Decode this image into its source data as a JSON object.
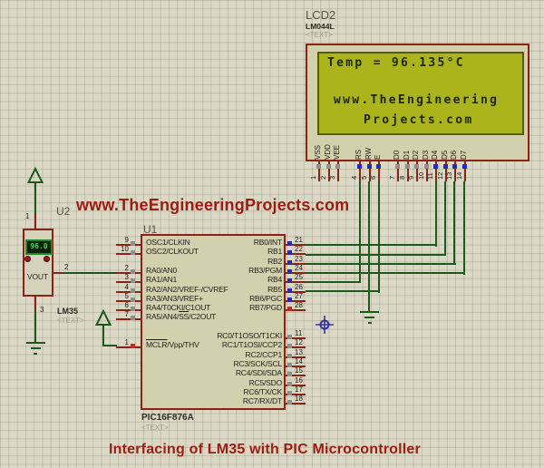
{
  "app": {
    "watermark": "www.TheEngineeringProjects.com",
    "title": "Interfacing of LM35 with PIC Microcontroller"
  },
  "colors": {
    "wire_green": "#1a5a1a",
    "pin_red": "#8b2315",
    "component_fill": "#d3d0ae",
    "lcd_screen_green": "#abb51b",
    "lcd_text": "#1c2603",
    "accent_red": "#9e1b10",
    "square_blue": "#2727c4",
    "square_grey": "#90908a",
    "square_red": "#c62a18",
    "origin_marker_blue": "#3232a0"
  },
  "lcd": {
    "ref": "LCD2",
    "part": "LM044L",
    "text_tag": "<TEXT>",
    "screen_lines": [
      "Temp = 96.135°C",
      "",
      "www.TheEngineering",
      "Projects.com"
    ],
    "pins": [
      {
        "num": "1",
        "label": "VSS",
        "state": "grey"
      },
      {
        "num": "2",
        "label": "VDD",
        "state": "grey"
      },
      {
        "num": "3",
        "label": "VEE",
        "state": "grey"
      },
      {
        "num": "4",
        "label": "RS",
        "state": "blue"
      },
      {
        "num": "5",
        "label": "RW",
        "state": "blue"
      },
      {
        "num": "6",
        "label": "E",
        "state": "blue"
      },
      {
        "num": "7",
        "label": "D0",
        "state": "grey"
      },
      {
        "num": "8",
        "label": "D1",
        "state": "grey"
      },
      {
        "num": "9",
        "label": "D2",
        "state": "grey"
      },
      {
        "num": "10",
        "label": "D3",
        "state": "grey"
      },
      {
        "num": "11",
        "label": "D4",
        "state": "blue"
      },
      {
        "num": "12",
        "label": "D5",
        "state": "blue"
      },
      {
        "num": "13",
        "label": "D6",
        "state": "blue"
      },
      {
        "num": "14",
        "label": "D7",
        "state": "blue"
      }
    ]
  },
  "pic": {
    "ref": "U1",
    "part": "PIC16F876A",
    "text_tag": "<TEXT>",
    "left_pins": [
      {
        "row": 1,
        "num": "9",
        "label": "OSC1/CLKIN",
        "state": "grey"
      },
      {
        "row": 2,
        "num": "10",
        "label": "OSC2/CLKOUT",
        "state": "grey"
      },
      {
        "row": 4,
        "num": "2",
        "label": "RA0/AN0",
        "state": "grey"
      },
      {
        "row": 5,
        "num": "3",
        "label": "RA1/AN1",
        "state": "grey"
      },
      {
        "row": 6,
        "num": "4",
        "label": "RA2/AN2/VREF-/CVREF",
        "state": "grey"
      },
      {
        "row": 7,
        "num": "5",
        "label": "RA3/AN3/VREF+",
        "state": "grey"
      },
      {
        "row": 8,
        "num": "6",
        "label": "RA4/T0CKI/C1OUT",
        "state": "grey"
      },
      {
        "row": 9,
        "num": "7",
        "label": "RA5/AN4/|SS|/C2OUT",
        "state": "grey"
      },
      {
        "row": 12,
        "num": "1",
        "label": "|MCLR|/Vpp/THV",
        "state": "red"
      }
    ],
    "right_pins": [
      {
        "row": 1,
        "num": "21",
        "label": "RB0/INT",
        "state": "blue"
      },
      {
        "row": 2,
        "num": "22",
        "label": "RB1",
        "state": "blue"
      },
      {
        "row": 3,
        "num": "23",
        "label": "RB2",
        "state": "blue"
      },
      {
        "row": 4,
        "num": "24",
        "label": "RB3/PGM",
        "state": "blue"
      },
      {
        "row": 5,
        "num": "25",
        "label": "RB4",
        "state": "blue"
      },
      {
        "row": 6,
        "num": "26",
        "label": "RB5",
        "state": "blue"
      },
      {
        "row": 7,
        "num": "27",
        "label": "RB6/PGC",
        "state": "blue"
      },
      {
        "row": 8,
        "num": "28",
        "label": "RB7/PGD",
        "state": "red"
      },
      {
        "row": 11,
        "num": "11",
        "label": "RC0/T1OSO/T1CKI",
        "state": "grey"
      },
      {
        "row": 12,
        "num": "12",
        "label": "RC1/T1OSI/CCP2",
        "state": "grey"
      },
      {
        "row": 13,
        "num": "13",
        "label": "RC2/CCP1",
        "state": "grey"
      },
      {
        "row": 14,
        "num": "14",
        "label": "RC3/SCK/SCL",
        "state": "grey"
      },
      {
        "row": 15,
        "num": "15",
        "label": "RC4/SDI/SDA",
        "state": "grey"
      },
      {
        "row": 16,
        "num": "16",
        "label": "RC5/SDO",
        "state": "grey"
      },
      {
        "row": 17,
        "num": "17",
        "label": "RC6/TX/CK",
        "state": "grey"
      },
      {
        "row": 18,
        "num": "18",
        "label": "RC7/RX/DT",
        "state": "grey"
      }
    ]
  },
  "lm35": {
    "ref": "U2",
    "part": "LM35",
    "text_tag": "<TEXT>",
    "display_value": "96.0",
    "output_label": "VOUT",
    "pin_numbers": [
      "1",
      "2",
      "3"
    ]
  }
}
